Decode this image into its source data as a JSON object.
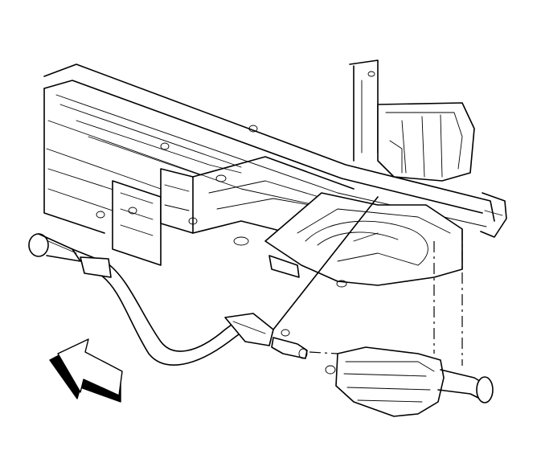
{
  "figure": {
    "description_visible_text": "",
    "colors": {
      "line": "#000000",
      "background": "#ffffff"
    },
    "components": [
      {
        "name": "vehicle-underbody-frame"
      },
      {
        "name": "fuel-tank-shield"
      },
      {
        "name": "exhaust-intermediate-pipe"
      },
      {
        "name": "exhaust-muffler-assembly"
      },
      {
        "name": "vehicle-front-direction-arrow"
      }
    ]
  }
}
